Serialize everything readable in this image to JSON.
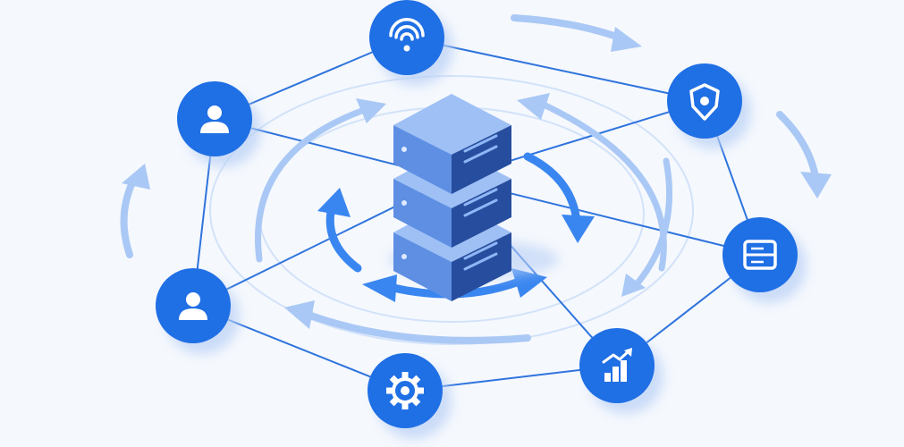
{
  "colors": {
    "background": "#f5f8fd",
    "node_fill": "#1f6fe5",
    "node_shadow": "#b9d0f6",
    "edge": "#2f74dd",
    "arrow": "#3a86f0",
    "arrow_faint": "#a9c8f5",
    "server_top": "#9ec0f5",
    "server_front": "#274d9e",
    "server_side": "#5e8fe3",
    "server_slot": "#8fb6f5"
  },
  "nodes": [
    {
      "id": "wifi",
      "icon": "wifi-icon"
    },
    {
      "id": "shield",
      "icon": "shield-icon"
    },
    {
      "id": "user-top",
      "icon": "user-icon"
    },
    {
      "id": "storage",
      "icon": "storage-icon"
    },
    {
      "id": "user-bottom",
      "icon": "user-icon"
    },
    {
      "id": "analytics",
      "icon": "bar-chart-icon"
    },
    {
      "id": "settings",
      "icon": "gear-icon"
    }
  ],
  "edges": [
    [
      "user-top",
      "wifi"
    ],
    [
      "wifi",
      "shield"
    ],
    [
      "shield",
      "storage"
    ],
    [
      "storage",
      "analytics"
    ],
    [
      "analytics",
      "settings"
    ],
    [
      "settings",
      "user-bottom"
    ],
    [
      "user-bottom",
      "user-top"
    ],
    [
      "user-top",
      "server"
    ],
    [
      "shield",
      "server"
    ],
    [
      "storage",
      "server"
    ],
    [
      "analytics",
      "server"
    ],
    [
      "user-bottom",
      "server"
    ]
  ],
  "center": {
    "icon": "server-stack-icon"
  }
}
